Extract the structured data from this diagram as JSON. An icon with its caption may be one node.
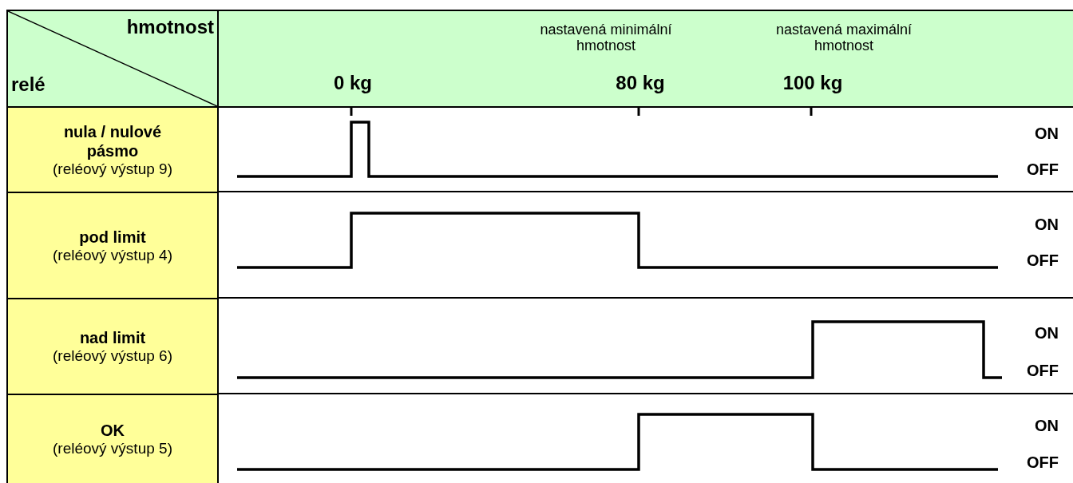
{
  "diagram": {
    "nodes": [
      {
        "text": [
          "hmotnost",
          "relé"
        ]
      },
      {
        "text": [
          "nastavená minimální hmotnost",
          "nastavená maximální hmotnost",
          "0 kg",
          "80 kg",
          "100 kg"
        ]
      },
      {
        "text": [
          "nula / nulové pásmo",
          "(reléový výstup 9)"
        ]
      },
      {
        "text": [
          "pod limit",
          "(reléový výstup 4)"
        ]
      },
      {
        "text": [
          "nad limit",
          "(reléový výstup 6)"
        ]
      },
      {
        "text": [
          "OK",
          "(reléový výstup 5)"
        ]
      }
    ],
    "labels": [
      "ON",
      "OFF",
      "ON",
      "OFF",
      "ON",
      "OFF",
      "ON",
      "OFF"
    ]
  }
}
